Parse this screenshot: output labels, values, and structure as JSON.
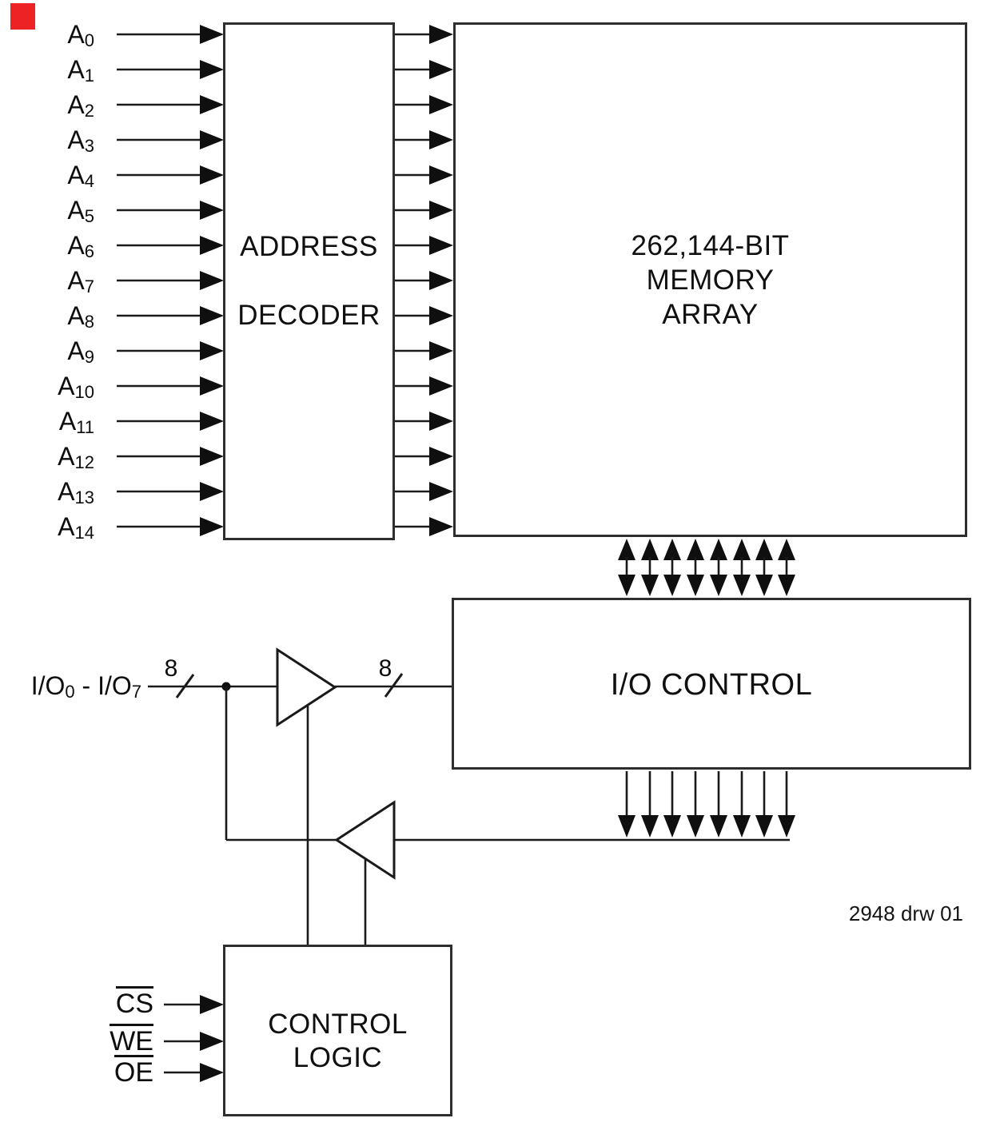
{
  "address_inputs": [
    {
      "base": "A",
      "sub": "0"
    },
    {
      "base": "A",
      "sub": "1"
    },
    {
      "base": "A",
      "sub": "2"
    },
    {
      "base": "A",
      "sub": "3"
    },
    {
      "base": "A",
      "sub": "4"
    },
    {
      "base": "A",
      "sub": "5"
    },
    {
      "base": "A",
      "sub": "6"
    },
    {
      "base": "A",
      "sub": "7"
    },
    {
      "base": "A",
      "sub": "8"
    },
    {
      "base": "A",
      "sub": "9"
    },
    {
      "base": "A",
      "sub": "10"
    },
    {
      "base": "A",
      "sub": "11"
    },
    {
      "base": "A",
      "sub": "12"
    },
    {
      "base": "A",
      "sub": "13"
    },
    {
      "base": "A",
      "sub": "14"
    }
  ],
  "decoder": {
    "line1": "ADDRESS",
    "line2": "DECODER"
  },
  "memory": {
    "line1": "262,144-BIT",
    "line2": "MEMORY",
    "line3": "ARRAY"
  },
  "io_control": {
    "label": "I/O CONTROL"
  },
  "control_logic": {
    "line1": "CONTROL",
    "line2": "LOGIC"
  },
  "io_bus": {
    "prefix": "I/O",
    "sub_start": "0",
    "mid": " - I/O",
    "sub_end": "7",
    "width_left": "8",
    "width_right": "8"
  },
  "control_inputs": [
    {
      "label": "CS"
    },
    {
      "label": "WE"
    },
    {
      "label": "OE"
    }
  ],
  "annotation": "2948 drw 01",
  "colors": {
    "line": "#1a1a1a",
    "red_marker": "#ed2224"
  }
}
